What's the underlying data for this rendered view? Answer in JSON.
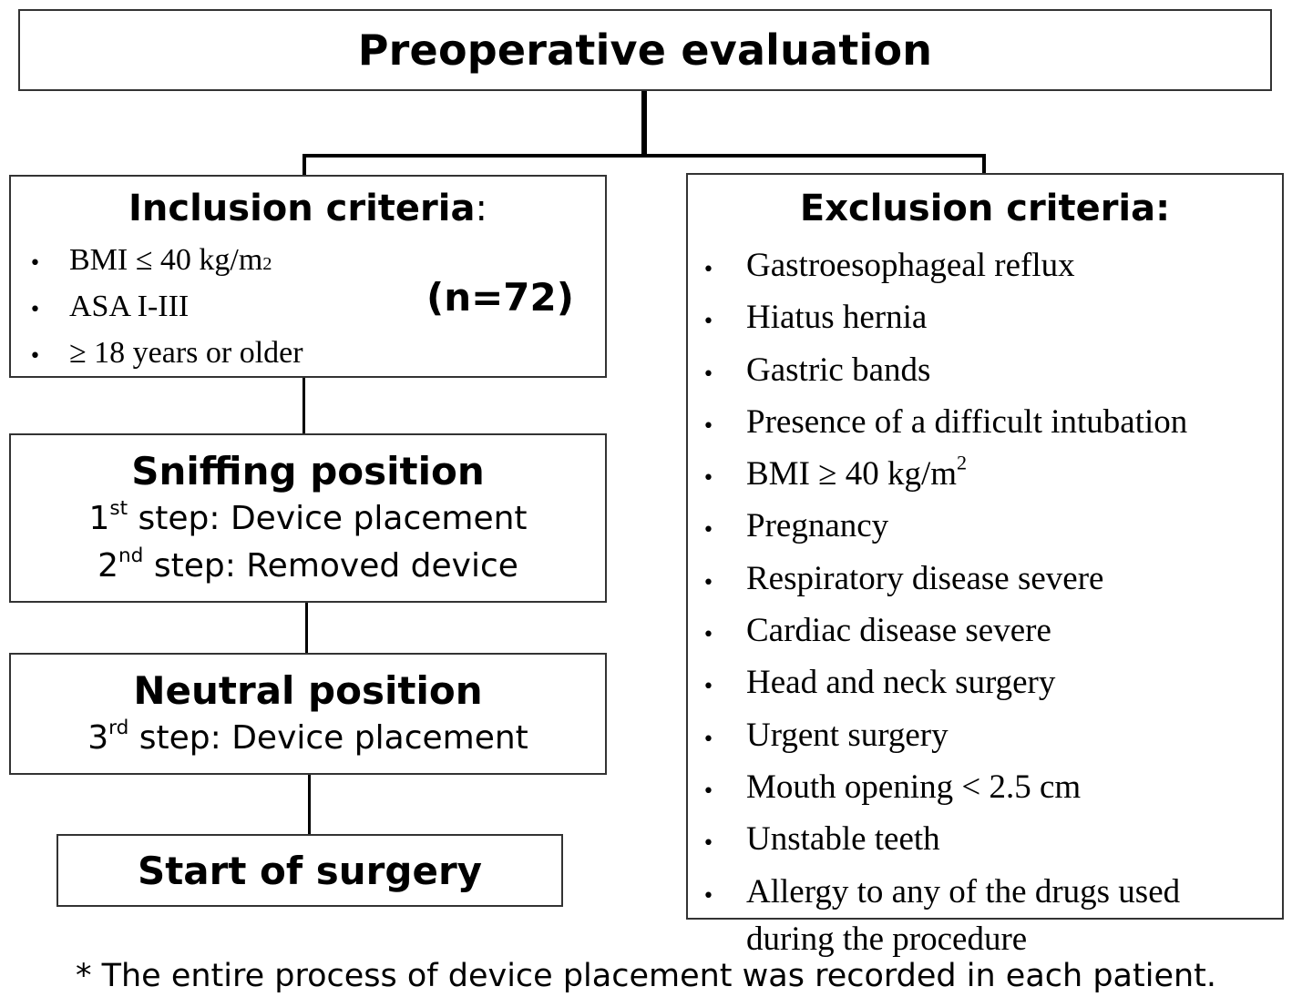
{
  "title": "Preoperative evaluation",
  "inclusion": {
    "heading": "Inclusion criteria",
    "heading_colon": ":",
    "items": [
      {
        "text": "BMI ≤ 40 kg/m",
        "sup": "2"
      },
      {
        "text": "ASA I-III",
        "sup": ""
      },
      {
        "text": "≥ 18 years or older",
        "sup": ""
      }
    ],
    "count": "(n=72)"
  },
  "sniffing": {
    "heading": "Sniffing position",
    "step1_ordinal": "1",
    "step1_sup": "st",
    "step1_text": " step: Device placement",
    "step2_ordinal": "2",
    "step2_sup": "nd",
    "step2_text": " step: Removed device"
  },
  "neutral": {
    "heading": "Neutral position",
    "step3_ordinal": "3",
    "step3_sup": "rd",
    "step3_text": " step: Device placement"
  },
  "start": {
    "label": "Start of surgery"
  },
  "exclusion": {
    "heading": "Exclusion criteria:",
    "items": [
      {
        "text": "Gastroesophageal reflux",
        "sup": ""
      },
      {
        "text": "Hiatus hernia",
        "sup": ""
      },
      {
        "text": "Gastric bands",
        "sup": ""
      },
      {
        "text": "Presence of a difficult intubation",
        "sup": ""
      },
      {
        "text": "BMI ≥ 40 kg/m",
        "sup": "2"
      },
      {
        "text": "Pregnancy",
        "sup": ""
      },
      {
        "text": "Respiratory disease severe",
        "sup": ""
      },
      {
        "text": "Cardiac disease severe",
        "sup": ""
      },
      {
        "text": "Head and neck surgery",
        "sup": ""
      },
      {
        "text": "Urgent surgery",
        "sup": ""
      },
      {
        "text": "Mouth opening < 2.5 cm",
        "sup": ""
      },
      {
        "text": "Unstable teeth",
        "sup": ""
      },
      {
        "text": "Allergy to any of the drugs used during the procedure",
        "sup": ""
      }
    ]
  },
  "footnote": "* The entire process of device placement was recorded in each patient.",
  "bullet_glyph": "•"
}
